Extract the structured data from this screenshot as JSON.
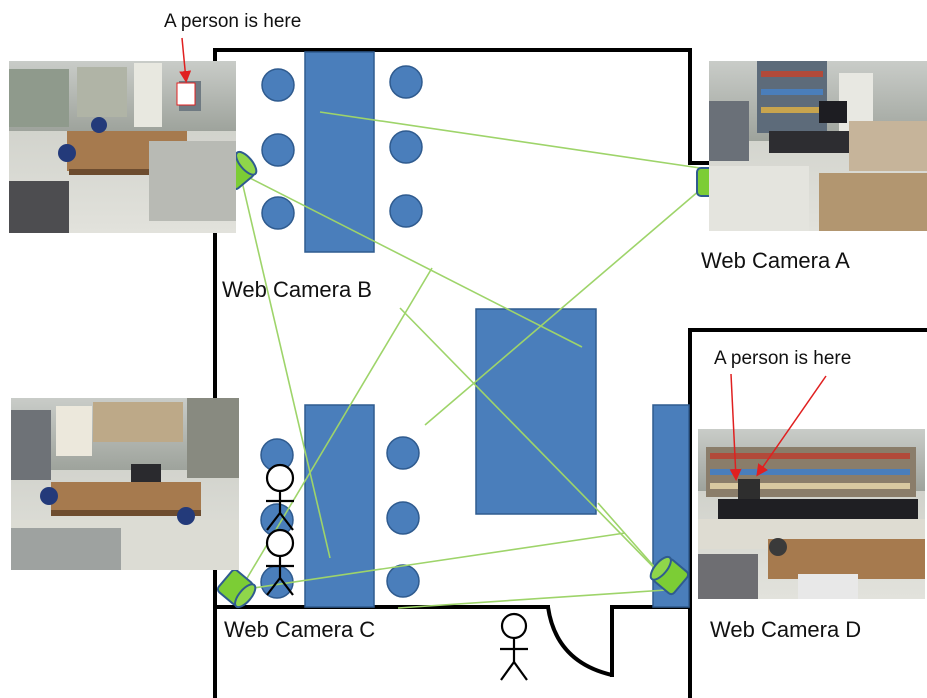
{
  "annotations": {
    "person_here_top": "A person is here",
    "person_here_right": "A person is here"
  },
  "cameras": {
    "a": {
      "label": "Web Camera A"
    },
    "b": {
      "label": "Web Camera B"
    },
    "c": {
      "label": "Web Camera C"
    },
    "d": {
      "label": "Web Camera D"
    }
  },
  "colors": {
    "furniture": "#4a7ebb",
    "furniture_edge": "#2f5b8f",
    "camera_body": "#7ccd35",
    "sight_line": "#9ed46a",
    "arrow": "#e02020",
    "wall": "#000000"
  },
  "icons": [
    "web-camera-icon",
    "person-icon",
    "door-icon",
    "chair-icon",
    "table-icon",
    "camera-photo"
  ]
}
